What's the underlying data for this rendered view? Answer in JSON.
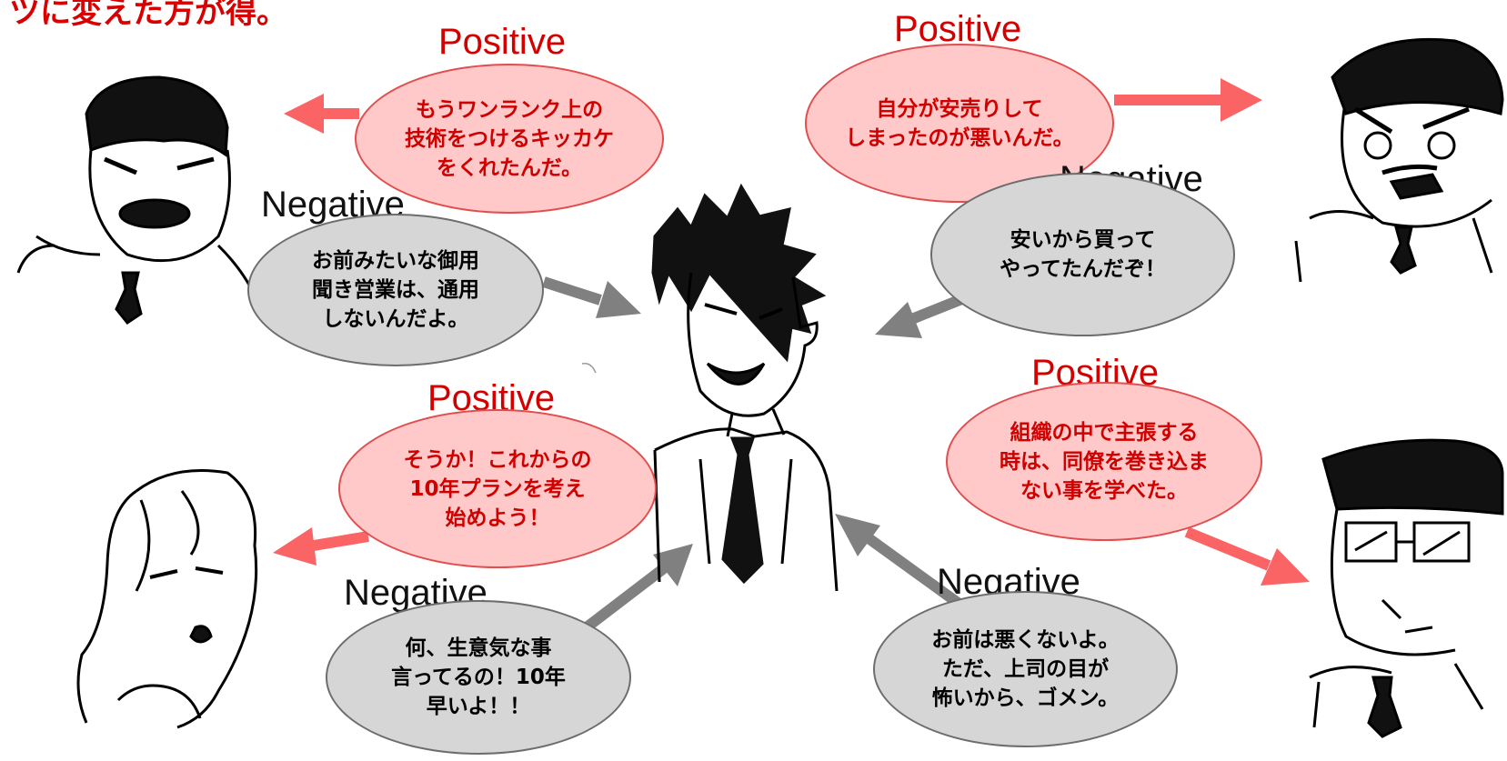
{
  "header": {
    "text": "ツに変えた方が得。"
  },
  "labels": {
    "positive": "Positive",
    "negative": "Negative"
  },
  "colors": {
    "positive_fill": "#ffc9c9",
    "positive_border": "#e14e4e",
    "positive_text": "#cf0000",
    "negative_fill": "#d6d6d6",
    "negative_border": "#6d6d6d",
    "positive_arrow": "#fa6464",
    "negative_arrow": "#808080"
  },
  "bubbles": {
    "top_left_positive": "もうワンランク上の\n技術をつけるキッカケ\nをくれたんだ。",
    "top_left_negative": "お前みたいな御用\n聞き営業は、通用\nしないんだよ。",
    "top_right_positive": "自分が安売りして\nしまったのが悪いんだ。",
    "top_right_negative": "安いから買って\nやってたんだぞ！",
    "bottom_left_positive": "そうか！これからの\n10年プランを考え\n始めよう！",
    "bottom_left_negative": "何、生意気な事\n言ってるの！10年\n早いよ！！",
    "bottom_right_positive": "組織の中で主張する\n時は、同僚を巻き込ま\nない事を学べた。",
    "bottom_right_negative": "お前は悪くないよ。\nただ、上司の目が\n怖いから、ゴメン。"
  },
  "characters": [
    "center-salesman",
    "top-left-boss",
    "top-right-client",
    "bottom-left-woman",
    "bottom-right-glasses-man"
  ]
}
